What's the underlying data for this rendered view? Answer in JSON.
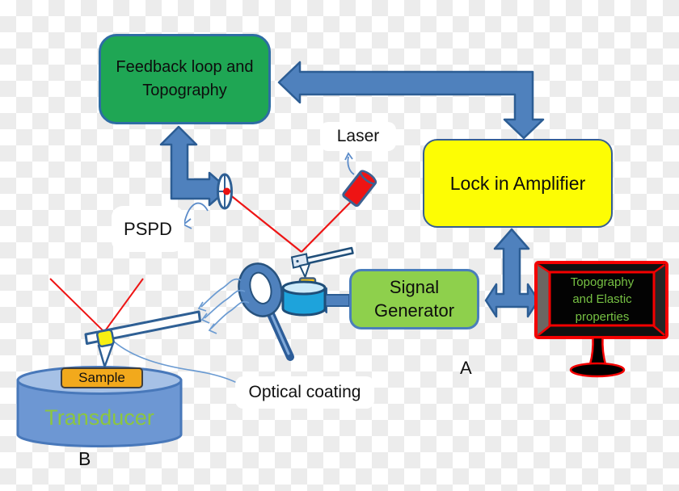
{
  "boxes": {
    "feedback": {
      "line1": "Feedback loop and",
      "line2": "Topography",
      "fill": "#1fa654"
    },
    "lock_in": {
      "label": "Lock in Amplifier",
      "fill": "#fdfd04"
    },
    "signal_generator": {
      "line1": "Signal",
      "line2": "Generator",
      "fill": "#8ed04c"
    }
  },
  "monitor": {
    "line1": "Topography",
    "line2": "and Elastic",
    "line3": "properties",
    "text_color": "#76c043",
    "frame_color": "#ff0000",
    "screen_color": "#000000"
  },
  "labels": {
    "laser": "Laser",
    "pspd": "PSPD",
    "optical_coating": "Optical coating",
    "sample": "Sample",
    "transducer": "Transducer",
    "part_a": "A",
    "part_b": "B"
  },
  "colors": {
    "arrow_blue": "#4f81bd",
    "arrow_outline": "#2c5d94",
    "beam_red": "#ee1414",
    "transducer_fill": "#6d97d3",
    "transducer_text_green": "#8cc63f",
    "small_cylinder_cyan": "#1ea3db",
    "sample_orange": "#f2a91c",
    "optical_coating_yellow": "#f8ef12",
    "label_background": "#ffffff",
    "checker_gray": "#ececec"
  }
}
